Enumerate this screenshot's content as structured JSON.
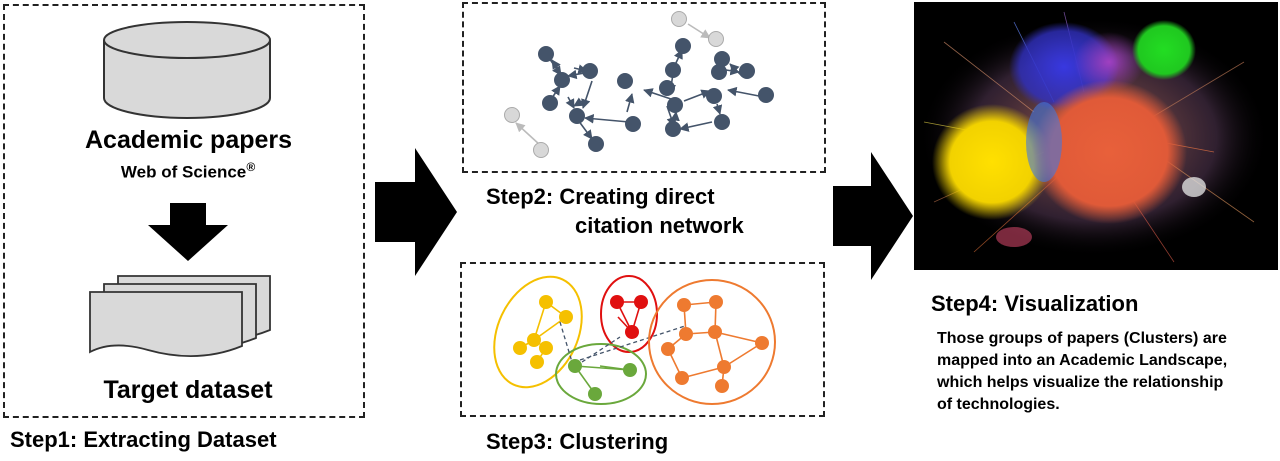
{
  "step1": {
    "db_title": "Academic papers",
    "db_source": "Web of Science",
    "db_trademark": "®",
    "target": "Target dataset",
    "label": "Step1: Extracting Dataset"
  },
  "step2": {
    "label_line1": "Step2:  Creating direct",
    "label_line2": "citation network"
  },
  "step3": {
    "label": "Step3: Clustering"
  },
  "step4": {
    "label": "Step4: Visualization",
    "desc_lines": [
      "Those groups of papers (Clusters) are",
      "mapped into an Academic Landscape,",
      "which helps visualize the relationship",
      "of technologies."
    ]
  },
  "colors": {
    "node": "#44546a",
    "faded_node": "#d0d0d0",
    "cluster_yellow": "#f5c000",
    "cluster_red": "#e01010",
    "cluster_green": "#6aa83c",
    "cluster_orange": "#ee7a30",
    "viz_background": "#000000"
  }
}
